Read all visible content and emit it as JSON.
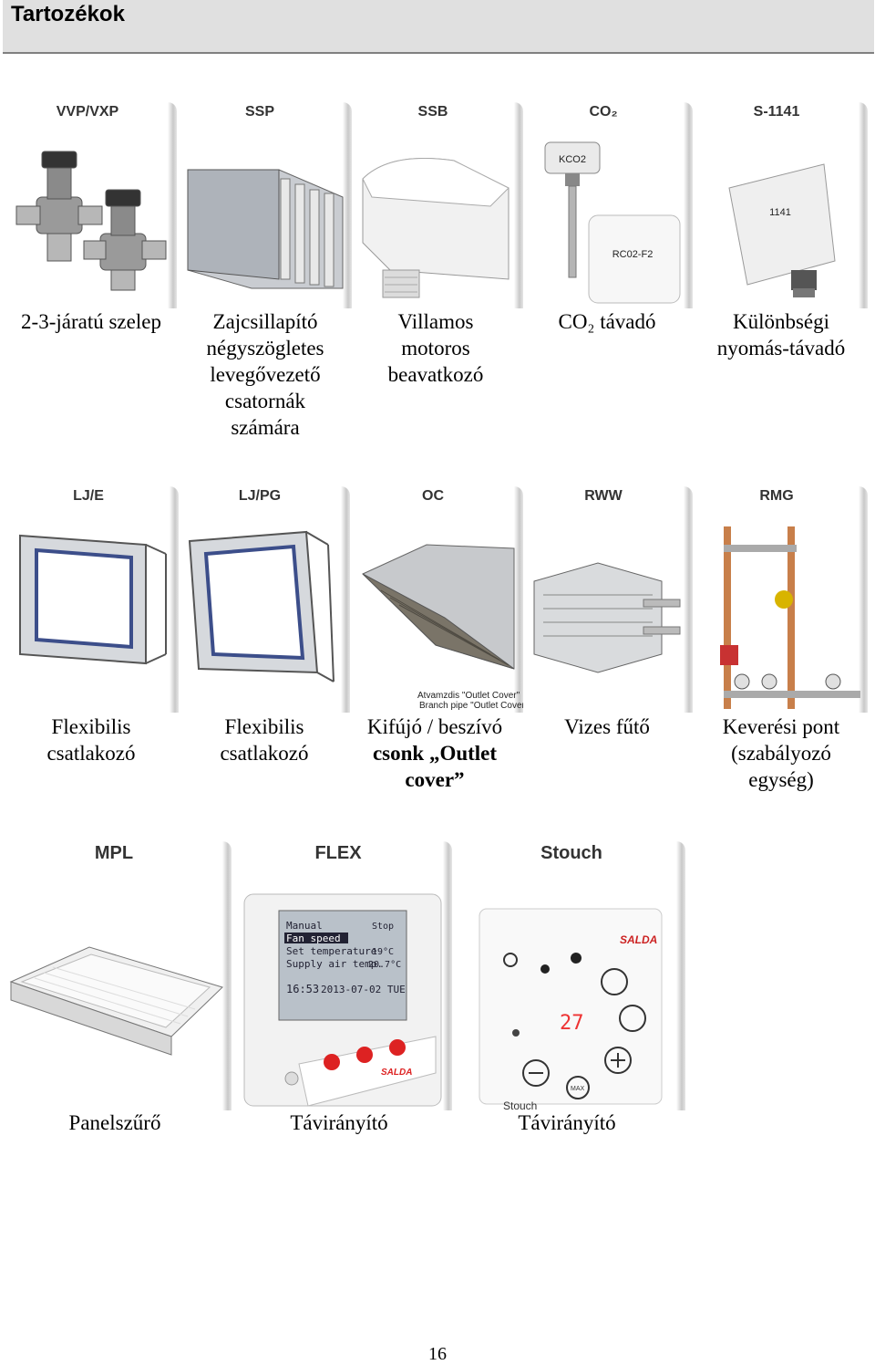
{
  "header": {
    "title": "Tartozékok"
  },
  "rows": [
    [
      {
        "code": "VVP/VXP",
        "label": [
          "2-3-járatú szelep"
        ],
        "icon": "valve"
      },
      {
        "code": "SSP",
        "label": [
          "Zajcsillapító",
          "négyszögletes",
          "levegővezető",
          "csatornák",
          "számára"
        ],
        "icon": "silencer"
      },
      {
        "code": "SSB",
        "label": [
          "Villamos",
          "motoros",
          "beavatkozó"
        ],
        "icon": "actuator"
      },
      {
        "code": "CO₂",
        "label": [
          "CO₂ távadó"
        ],
        "icon": "co2-sensor",
        "texts": [
          "KCO2",
          "RC02-F2"
        ]
      },
      {
        "code": "S-1141",
        "label": [
          "Különbségi",
          "nyomás-távadó"
        ],
        "icon": "pressure-transmitter",
        "texts": [
          "1141"
        ]
      }
    ],
    [
      {
        "code": "LJ/E",
        "label": [
          "Flexibilis",
          "csatlakozó"
        ],
        "icon": "flex-connector"
      },
      {
        "code": "LJ/PG",
        "label": [
          "Flexibilis",
          "csatlakozó"
        ],
        "icon": "flex-connector"
      },
      {
        "code": "OC",
        "label": [
          "Kifújó / beszívó",
          "csonk „Outlet",
          "cover”"
        ],
        "icon": "outlet-cover",
        "texts": [
          "Atvamzdis \"Outlet Cover\"",
          "Branch pipe \"Outlet Cover\""
        ]
      },
      {
        "code": "RWW",
        "label": [
          "Vizes fűtő"
        ],
        "icon": "water-heater"
      },
      {
        "code": "RMG",
        "label": [
          "Keverési pont",
          "(szabályozó",
          "egység)"
        ],
        "icon": "mixing-unit"
      }
    ],
    [
      {
        "code": "MPL",
        "label": [
          "Panelszűrő"
        ],
        "icon": "panel-filter"
      },
      {
        "code": "FLEX",
        "label": [
          "Távirányító"
        ],
        "icon": "flex-remote",
        "texts": [
          "Manual",
          "Fan speed",
          "Set temperature",
          "Supply air temp.",
          "16:53",
          "2013-07-02 TUE",
          "Stop",
          "19°C",
          "20.7°C",
          "SALDA"
        ]
      },
      {
        "code": "Stouch",
        "label": [
          "Távirányító"
        ],
        "icon": "stouch-remote",
        "texts": [
          "SALDA",
          "27",
          "Stouch",
          "MAX"
        ]
      }
    ]
  ],
  "footer": {
    "page_number": "16"
  }
}
